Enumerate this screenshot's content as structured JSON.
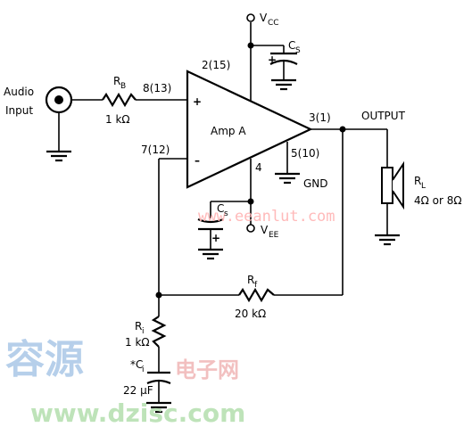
{
  "labels": {
    "audio_input_line1": "Audio",
    "audio_input_line2": "Input",
    "rb_name": "R",
    "rb_sub": "B",
    "rb_value": "1 kΩ",
    "pin_plus_in": "8(13)",
    "plus_sign": "+",
    "minus_sign": "–",
    "pin_minus_in": "7(12)",
    "pin_vcc": "2(15)",
    "vcc_name": "V",
    "vcc_sub": "CC",
    "cs_top_name": "C",
    "cs_top_sub": "S",
    "cs_top_plus": "+",
    "amp_label": "Amp A",
    "pin_out": "3(1)",
    "output_label": "OUTPUT",
    "pin_gnd": "5(10)",
    "gnd_label": "GND",
    "pin_vee": "4",
    "cs_bottom_name": "C",
    "cs_bottom_sub": "s",
    "cs_bottom_plus": "+",
    "vee_name": "V",
    "vee_sub": "EE",
    "rl_name": "R",
    "rl_sub": "L",
    "rl_value": "4Ω or 8Ω",
    "rf_name": "R",
    "rf_sub": "f",
    "rf_value": "20 kΩ",
    "ri_name": "R",
    "ri_sub": "i",
    "ri_value": "1 kΩ",
    "ci_name": "*C",
    "ci_sub": "i",
    "ci_value": "22 μF"
  },
  "watermarks": {
    "site_url_mid": "www.eeanlut.com",
    "brand_cn": "容源",
    "brand_cn_suffix": "电子网",
    "site_url_bottom": "www.dzisc.com"
  }
}
